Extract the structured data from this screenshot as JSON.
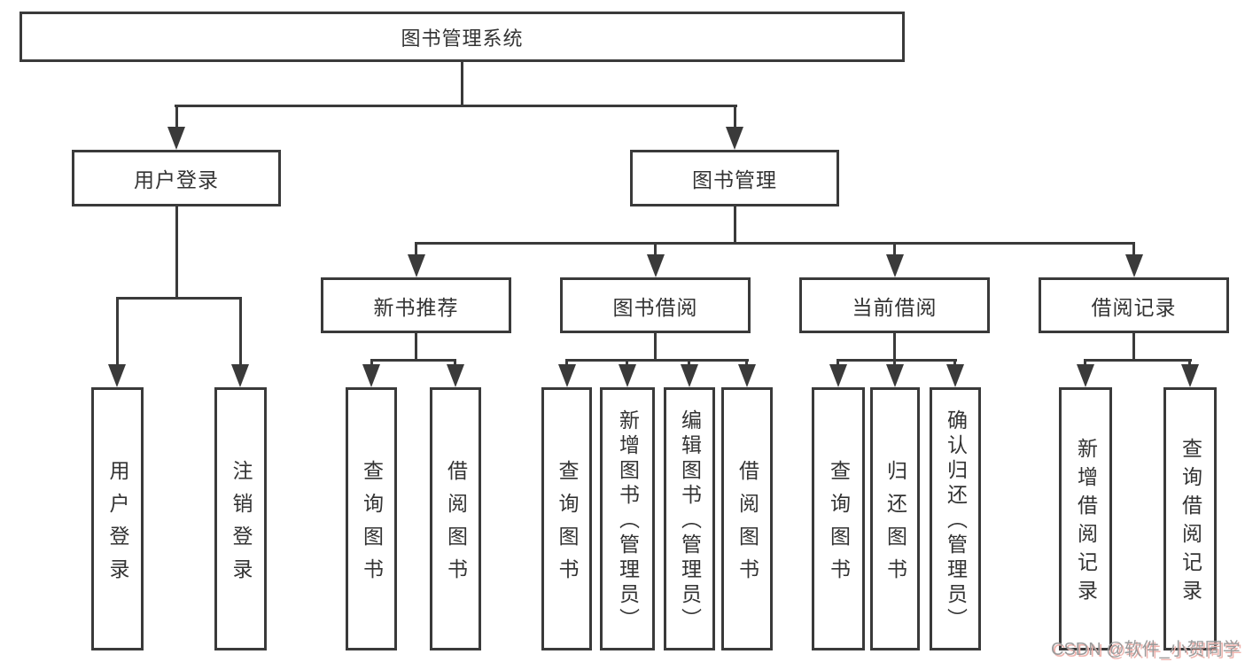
{
  "tree": {
    "root": {
      "label": "图书管理系统"
    },
    "level2": [
      {
        "label": "用户登录",
        "children": [
          "用户登录",
          "注销登录"
        ]
      },
      {
        "label": "图书管理"
      }
    ],
    "level3": [
      {
        "label": "新书推荐",
        "children": [
          "查询图书",
          "借阅图书"
        ]
      },
      {
        "label": "图书借阅",
        "children": [
          "查询图书",
          "新增图书（管理员）",
          "编辑图书（管理员）",
          "借阅图书"
        ]
      },
      {
        "label": "当前借阅",
        "children": [
          "查询图书",
          "归还图书",
          "确认归还（管理员）"
        ]
      },
      {
        "label": "借阅记录",
        "children": [
          "新增借阅记录",
          "查询借阅记录"
        ]
      }
    ]
  },
  "watermark": {
    "text": "CSDN @软件_小贺同学"
  },
  "colors": {
    "line": "#3a3a3a",
    "text": "#333333",
    "background": "#ffffff",
    "watermark_gray": "#9b9b9b",
    "watermark_shadow": "#eeb3ad"
  }
}
